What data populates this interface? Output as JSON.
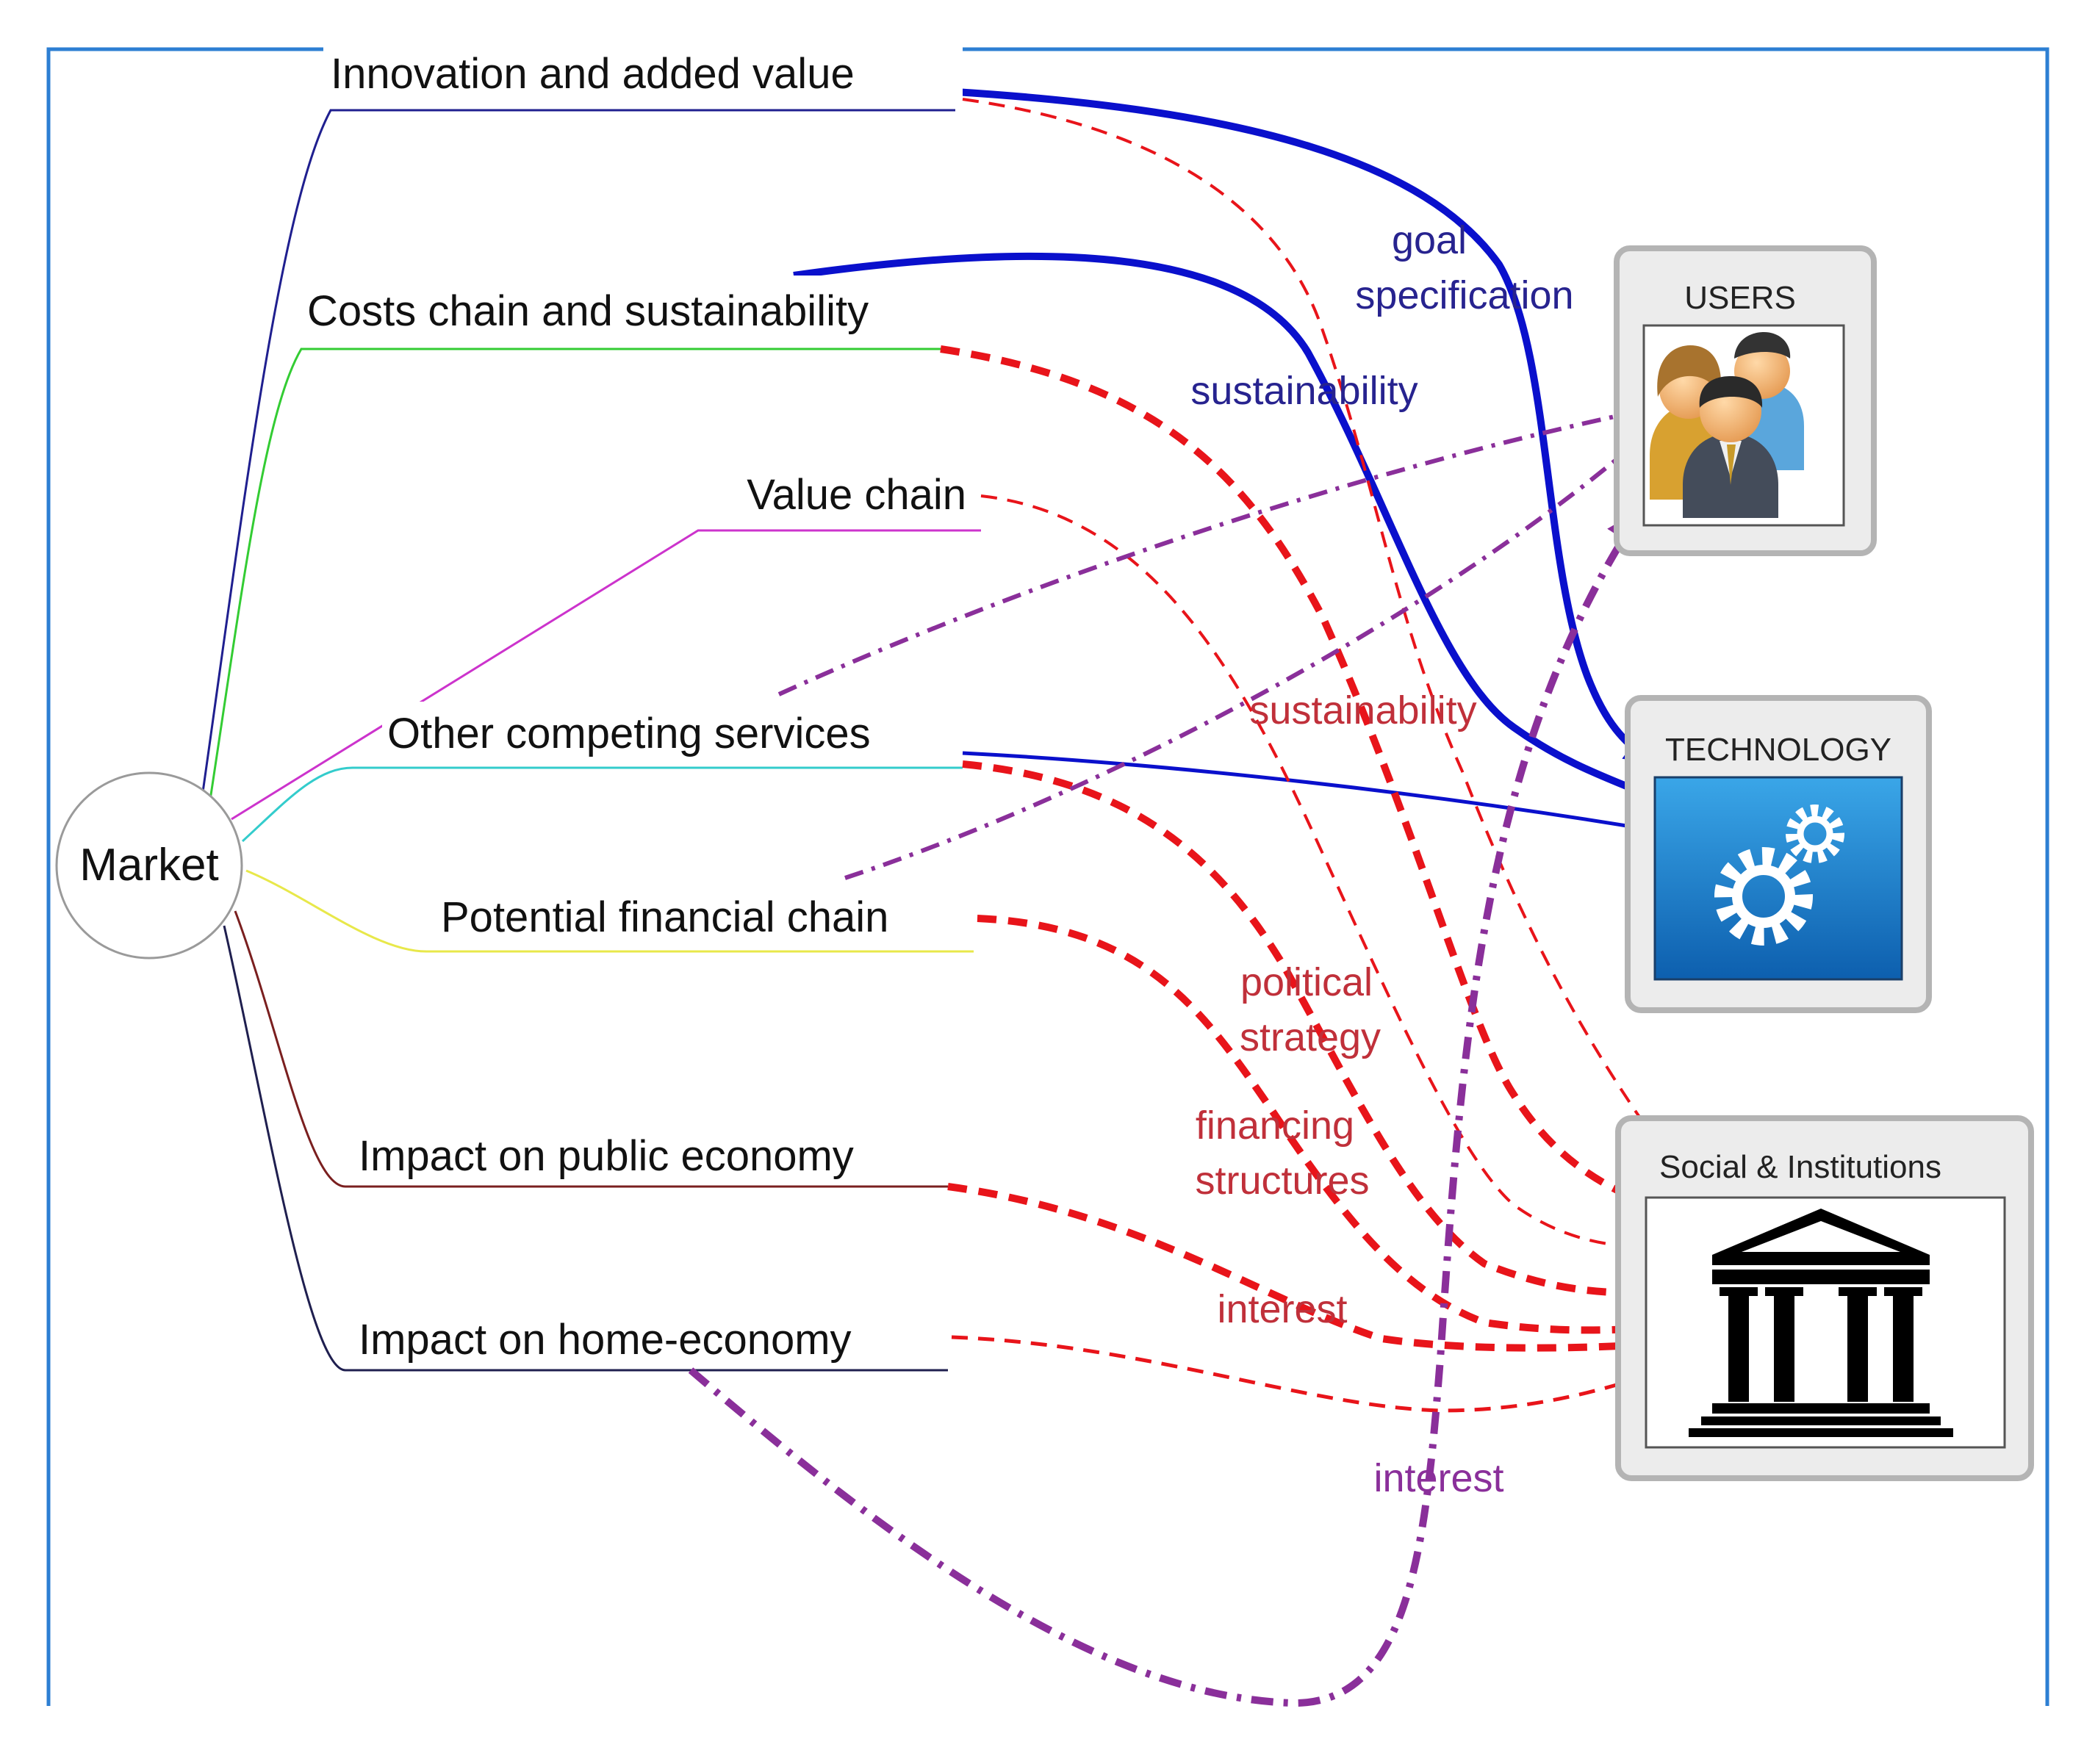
{
  "root": {
    "label": "Market"
  },
  "branches": [
    {
      "label": "Innovation and added value",
      "color": "#1f1f8f"
    },
    {
      "label": "Costs chain and sustainability",
      "color": "#33cc33"
    },
    {
      "label": "Value chain",
      "color": "#cc33cc"
    },
    {
      "label": "Other competing services",
      "color": "#33cccc"
    },
    {
      "label": "Potential financial chain",
      "color": "#e8e84a"
    },
    {
      "label": "Impact on public economy",
      "color": "#7a1f1f"
    },
    {
      "label": "Impact on home-economy",
      "color": "#1f1f4f"
    }
  ],
  "stakeholders": {
    "users": {
      "title": "USERS",
      "icon": "users-icon"
    },
    "technology": {
      "title": "TECHNOLOGY",
      "icon": "gears-icon"
    },
    "social": {
      "title": "Social & Institutions",
      "icon": "institution-building-icon"
    }
  },
  "relation_labels": {
    "goal_1": "goal",
    "goal_2": "specification",
    "sustainability_blue": "sustainability",
    "sustainability_red": "sustainability",
    "political_1": "political",
    "political_2": "strategy",
    "financing_1": "financing",
    "financing_2": "structures",
    "interest_red": "interest",
    "interest_purple": "interest"
  },
  "colors": {
    "frame": "#2d7fd3",
    "blue_relation": "#0a10cc",
    "red_relation": "#e8141a",
    "purple_relation": "#8a2f9a",
    "box_fill": "#ececec",
    "box_border": "#b4b4b4"
  }
}
